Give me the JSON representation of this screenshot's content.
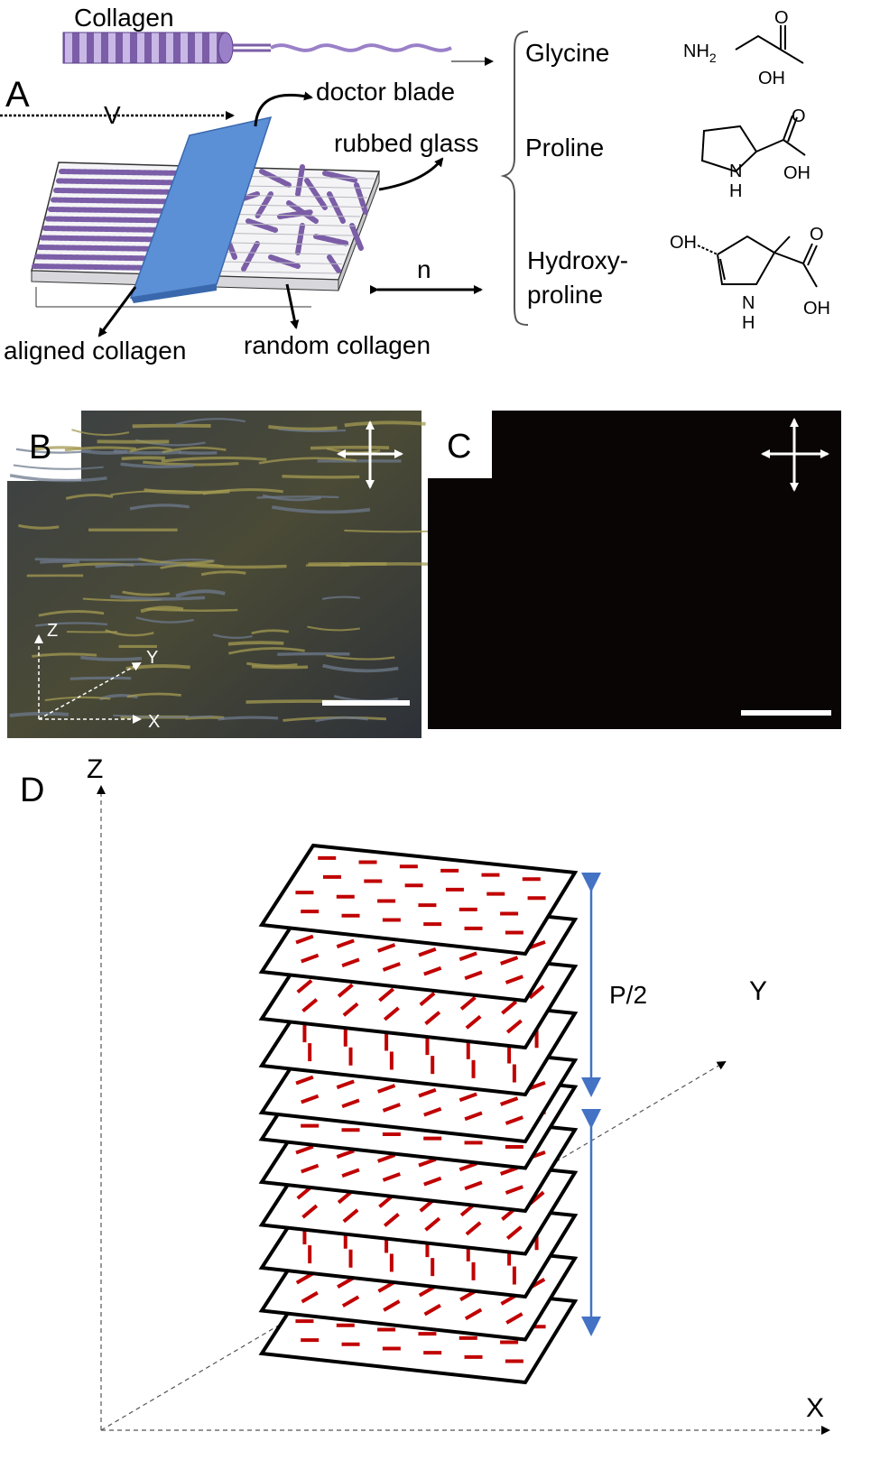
{
  "panels": {
    "a": "A",
    "b": "B",
    "c": "C",
    "d": "D"
  },
  "panel_a": {
    "collagen": "Collagen",
    "velocity": "V",
    "doctor_blade": "doctor blade",
    "rubbed_glass": "rubbed glass",
    "aligned": "aligned collagen",
    "random": "random collagen",
    "director": "n",
    "amino_acids": {
      "glycine": "Glycine",
      "proline": "Proline",
      "hydroxy_line1": "Hydroxy-",
      "hydroxy_line2": "proline"
    },
    "chem": {
      "nh2": "NH",
      "nh2_sub": "2",
      "o": "O",
      "oh": "OH",
      "n": "N",
      "h": "H"
    }
  },
  "panel_b": {
    "axis_z": "Z",
    "axis_y": "Y",
    "axis_x": "X"
  },
  "panel_d": {
    "axis_z": "Z",
    "axis_y": "Y",
    "axis_x": "X",
    "pitch": "P/2"
  },
  "colors": {
    "collagen": "#7b5ea7",
    "blade": "#5b8fd6",
    "rod": "#c00000",
    "pitch_arrow": "#4472c4",
    "dark_panel": "#0a0505"
  }
}
